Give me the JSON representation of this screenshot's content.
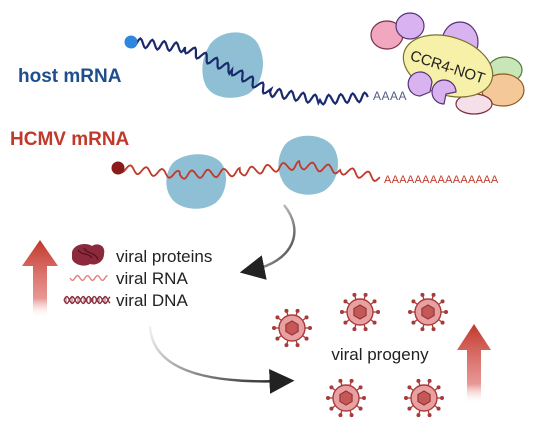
{
  "host": {
    "label": "host mRNA",
    "polya": "AAAA",
    "complex_label": "CCR4-NOT",
    "color": "#1f4e8c"
  },
  "hcmv": {
    "label": "HCMV mRNA",
    "polya": "AAAAAAAAAAAAAAA",
    "color": "#c0392b"
  },
  "legend": {
    "proteins": "viral proteins",
    "rna": "viral RNA",
    "dna": "viral DNA"
  },
  "progeny": {
    "label": "viral progeny"
  },
  "colors": {
    "ribosome": "#8fbfd4",
    "host_strand": "#1a2a6c",
    "hcmv_strand": "#c0392b",
    "cap_blue": "#2e86de",
    "cap_red": "#8b1a1a",
    "virus": "#d97b7b",
    "arrow_red": "#c0392b"
  },
  "icons": [
    "protein-icon",
    "rna-wave-icon",
    "dna-helix-icon",
    "virus-particle-icon",
    "up-arrow-icon",
    "curved-arrow-icon"
  ]
}
